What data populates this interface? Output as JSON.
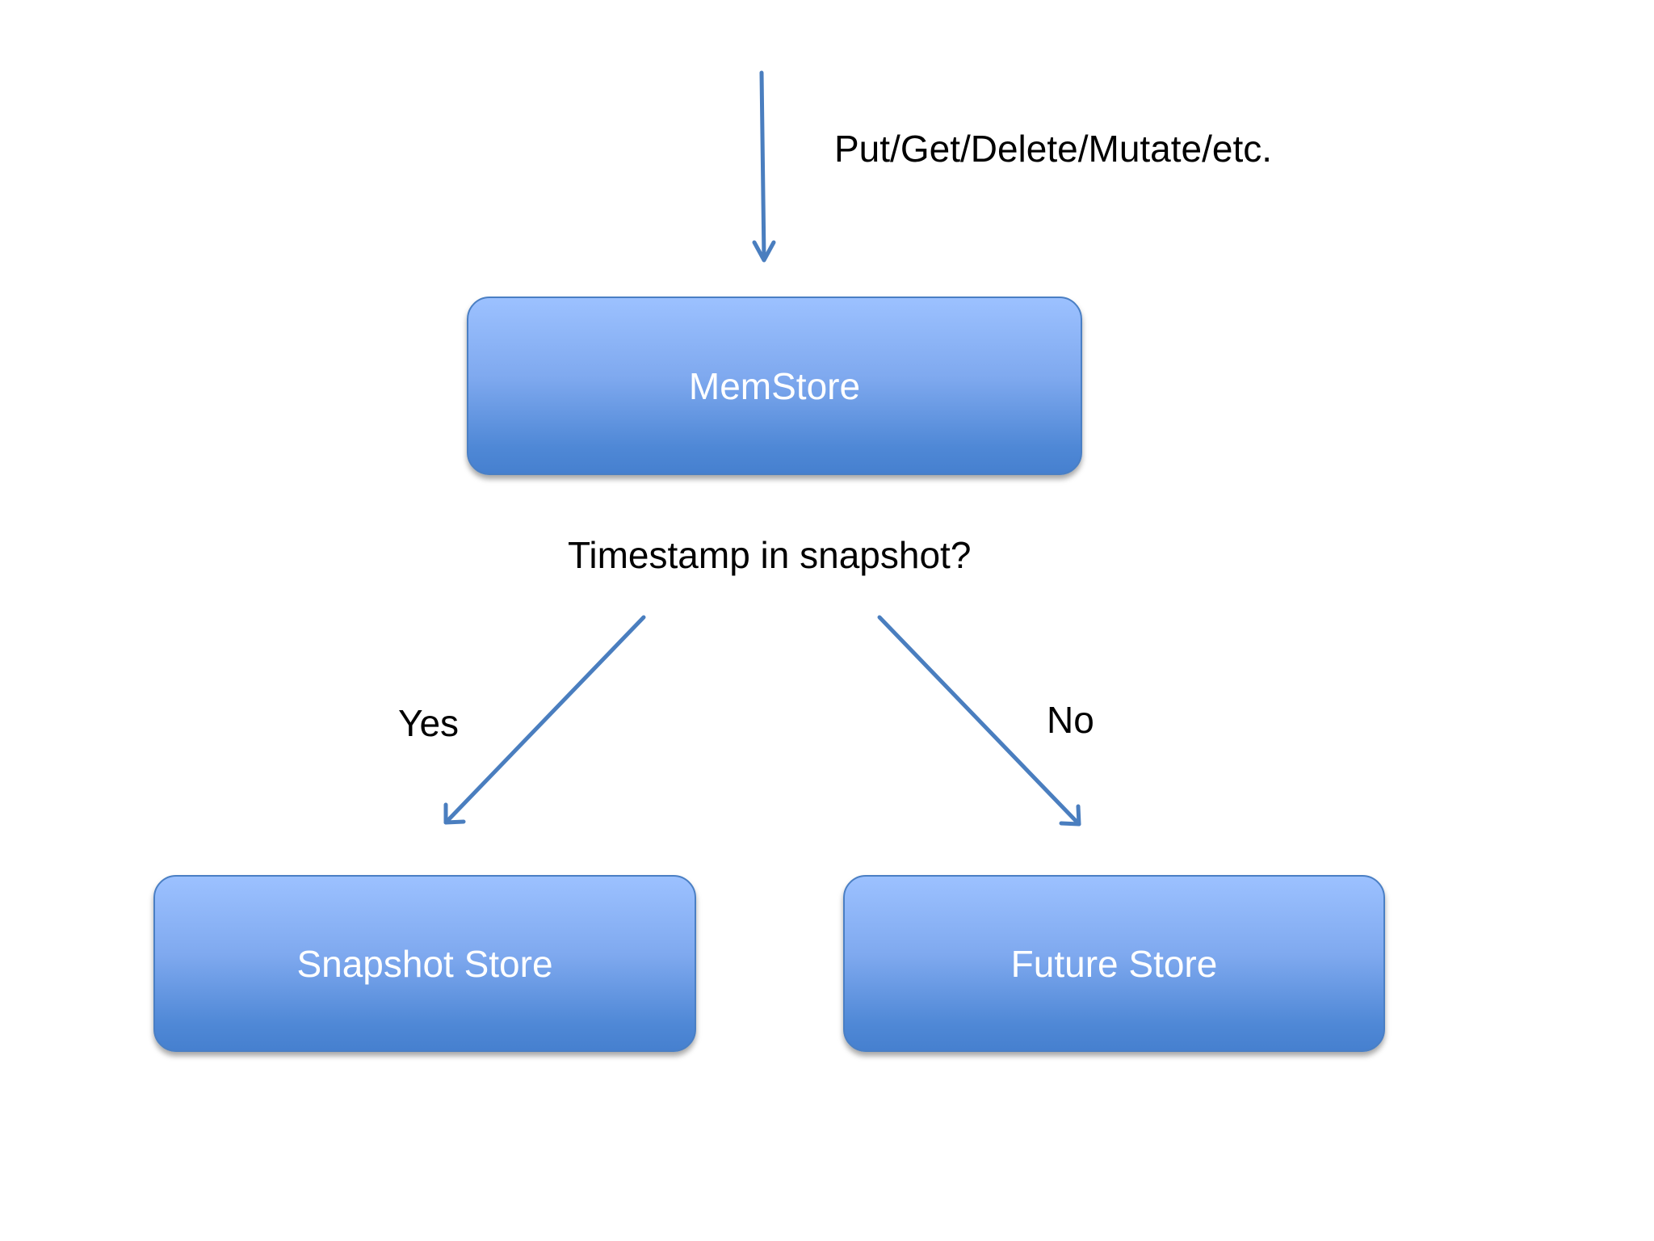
{
  "diagram": {
    "incoming_label": "Put/Get/Delete/Mutate/etc.",
    "memstore_label": "MemStore",
    "question_label": "Timestamp in snapshot?",
    "yes_label": "Yes",
    "no_label": "No",
    "snapshot_store_label": "Snapshot Store",
    "future_store_label": "Future Store",
    "colors": {
      "arrow": "#4a7ebf",
      "box_top": "#9cc1ff",
      "box_bottom": "#4680cf",
      "box_text": "#ffffff",
      "label_text": "#000000"
    }
  }
}
